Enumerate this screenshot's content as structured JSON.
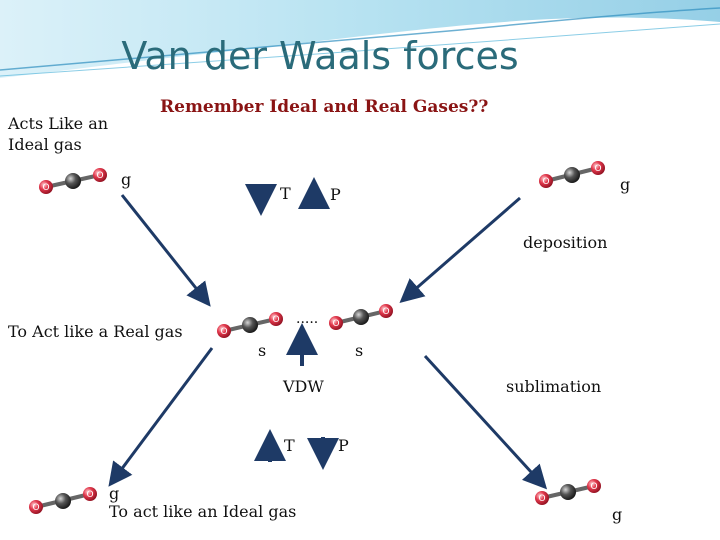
{
  "slide": {
    "title": "Van der Waals forces",
    "subtitle": "Remember Ideal and Real Gases??",
    "label_acts_like_ideal": "Acts Like an Ideal gas",
    "label_to_act_real": "To Act like a Real gas",
    "label_to_act_ideal": "To act like an Ideal gas",
    "label_deposition": "deposition",
    "label_sublimation": "sublimation",
    "label_vdw": "VDW",
    "label_dots": ".....",
    "label_g": "g",
    "label_s": "s",
    "label_T": "T",
    "label_P": "P",
    "molecule_atom_label": "O"
  },
  "colors": {
    "title": "#2a6b7a",
    "subtitle": "#8a1414",
    "arrow": "#1e3a66",
    "oxygen": "#d8283c",
    "carbon": "#3a3a3a",
    "swoosh": "#4fb4d8"
  }
}
